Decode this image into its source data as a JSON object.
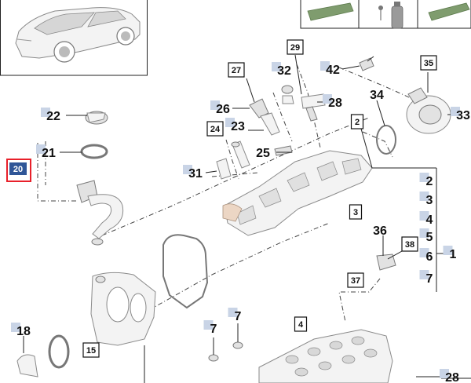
{
  "diagram": {
    "selected": "20",
    "selection_color": "#e8202a",
    "selected_badge_color": "#2f5597",
    "tag_color": "#c9d4e6",
    "callouts": [
      {
        "id": "c22",
        "n": "22",
        "style": "tag"
      },
      {
        "id": "c21",
        "n": "21",
        "style": "tag"
      },
      {
        "id": "c20",
        "n": "20",
        "style": "selected"
      },
      {
        "id": "c26",
        "n": "26",
        "style": "tag"
      },
      {
        "id": "c27",
        "n": "27",
        "style": "boxed"
      },
      {
        "id": "c32",
        "n": "32",
        "style": "tag"
      },
      {
        "id": "c29",
        "n": "29",
        "style": "boxed"
      },
      {
        "id": "c28a",
        "n": "28",
        "style": "tag"
      },
      {
        "id": "c42",
        "n": "42",
        "style": "tag"
      },
      {
        "id": "c35",
        "n": "35",
        "style": "boxed"
      },
      {
        "id": "c34",
        "n": "34",
        "style": "plain"
      },
      {
        "id": "c33",
        "n": "33",
        "style": "tag"
      },
      {
        "id": "c2a",
        "n": "2",
        "style": "boxed"
      },
      {
        "id": "c24",
        "n": "24",
        "style": "boxed"
      },
      {
        "id": "c23",
        "n": "23",
        "style": "tag"
      },
      {
        "id": "c25",
        "n": "25",
        "style": "plain"
      },
      {
        "id": "c31",
        "n": "31",
        "style": "tag"
      },
      {
        "id": "c3a",
        "n": "3",
        "style": "boxed"
      },
      {
        "id": "c2b",
        "n": "2",
        "style": "tag"
      },
      {
        "id": "c3b",
        "n": "3",
        "style": "tag"
      },
      {
        "id": "c4a",
        "n": "4",
        "style": "tag"
      },
      {
        "id": "c5",
        "n": "5",
        "style": "tag"
      },
      {
        "id": "c6",
        "n": "6",
        "style": "tag"
      },
      {
        "id": "c1",
        "n": "1",
        "style": "tag"
      },
      {
        "id": "c7a",
        "n": "7",
        "style": "tag"
      },
      {
        "id": "c36",
        "n": "36",
        "style": "plain"
      },
      {
        "id": "c38",
        "n": "38",
        "style": "boxed"
      },
      {
        "id": "c37",
        "n": "37",
        "style": "boxed"
      },
      {
        "id": "c18",
        "n": "18",
        "style": "tag"
      },
      {
        "id": "c15",
        "n": "15",
        "style": "boxed"
      },
      {
        "id": "c7b",
        "n": "7",
        "style": "tag"
      },
      {
        "id": "c7c",
        "n": "7",
        "style": "tag"
      },
      {
        "id": "c4b",
        "n": "4",
        "style": "boxed"
      },
      {
        "id": "c28b",
        "n": "28",
        "style": "tag"
      }
    ]
  }
}
